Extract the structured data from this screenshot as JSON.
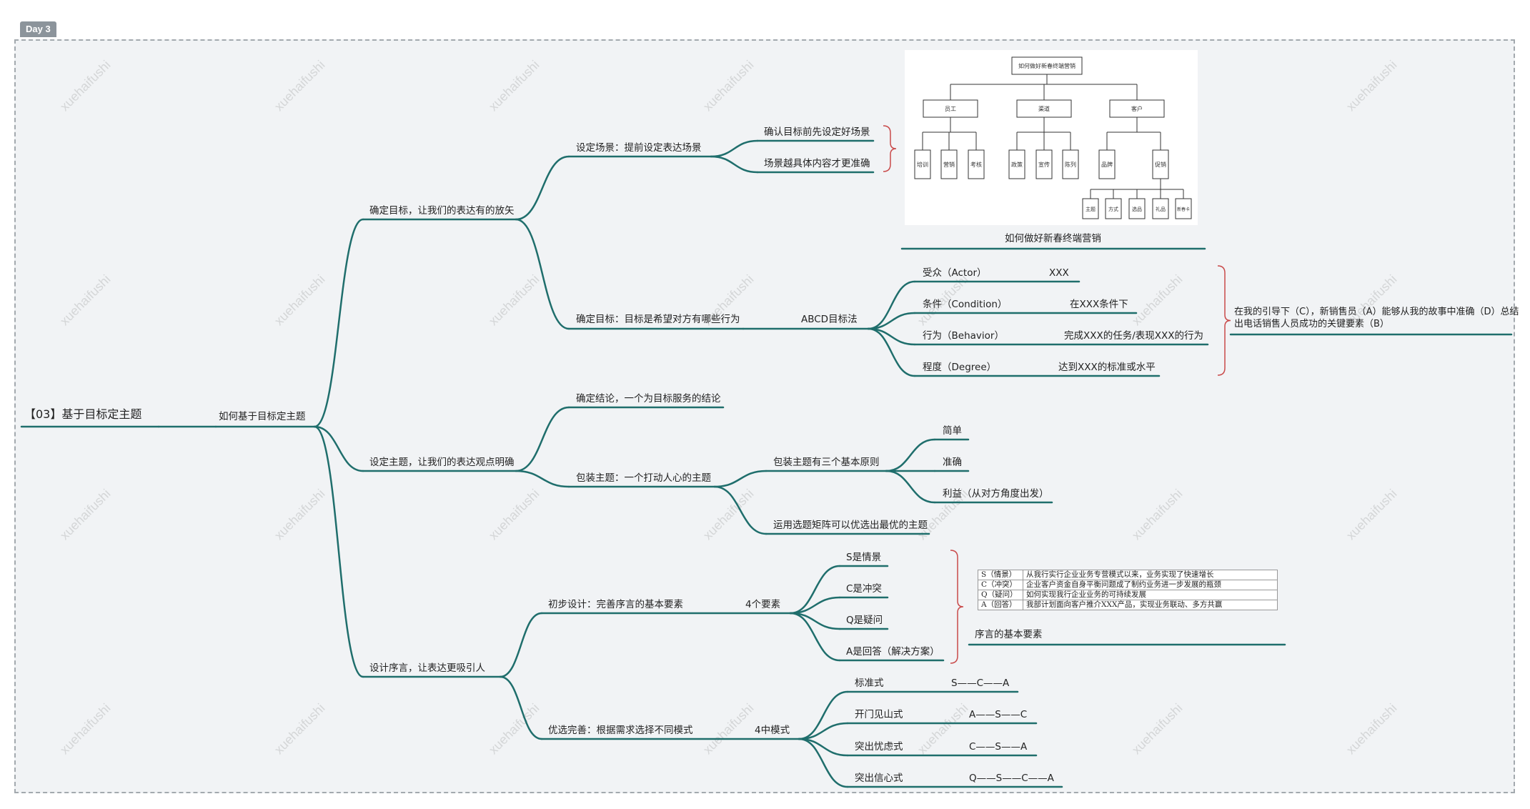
{
  "frame": {
    "badge": "Day 3"
  },
  "watermark": "xuehaifushi",
  "colors": {
    "branch": "#1f6e6c",
    "brace": "#c94a4a",
    "frame_bg": "#f1f3f5",
    "frame_border": "#a3a9ae"
  },
  "root": {
    "label": "【03】基于目标定主题"
  },
  "main": {
    "label": "如何基于目标定主题"
  },
  "branches": {
    "goal": {
      "label": "确定目标，让我们的表达有的放矢",
      "scene": {
        "label": "设定场景：提前设定表达场景",
        "items": [
          "确认目标前先设定好场景",
          "场景越具体内容才更准确"
        ]
      },
      "target": {
        "label": "确定目标：目标是希望对方有哪些行为",
        "abcd": {
          "label": "ABCD目标法",
          "items": [
            {
              "key": "受众（Actor）",
              "value": "XXX"
            },
            {
              "key": "条件（Condition）",
              "value": "在XXX条件下"
            },
            {
              "key": "行为（Behavior）",
              "value": "完成XXX的任务/表现XXX的行为"
            },
            {
              "key": "程度（Degree）",
              "value": "达到XXX的标准或水平"
            }
          ],
          "note": "在我的引导下（C），新销售员（A）能够从我的故事中准确（D）总结出电话销售人员成功的关键要素（B）"
        }
      }
    },
    "topic": {
      "label": "设定主题，让我们的表达观点明确",
      "conclusion": {
        "label": "确定结论，一个为目标服务的结论"
      },
      "wrap": {
        "label": "包装主题：一个打动人心的主题",
        "principles": {
          "label": "包装主题有三个基本原则",
          "items": [
            "简单",
            "准确",
            "利益（从对方角度出发）"
          ]
        },
        "matrix": "运用选题矩阵可以优选出最优的主题"
      }
    },
    "preface": {
      "label": "设计序言，让表达更吸引人",
      "init": {
        "label": "初步设计：完善序言的基本要素",
        "four": {
          "label": "4个要素",
          "items": [
            "S是情景",
            "C是冲突",
            "Q是疑问",
            "A是回答（解决方案）"
          ]
        },
        "image_caption": "序言的基本要素",
        "scqa_table": [
          {
            "k": "S（情景）",
            "v": "从我行实行企业业务专营模式以来，业务实现了快速增长"
          },
          {
            "k": "C（冲突）",
            "v": "企业客户资金自身平衡问题成了制约业务进一步发展的瓶颈"
          },
          {
            "k": "Q（疑问）",
            "v": "如何实现我行企业业务的可持续发展"
          },
          {
            "k": "A（回答）",
            "v": "我部计划面向客户推介XXX产品，实现业务联动、多方共赢"
          }
        ]
      },
      "optimize": {
        "label": "优选完善：根据需求选择不同模式",
        "modes": {
          "label": "4中模式",
          "items": [
            {
              "name": "标准式",
              "seq": "S——C——A"
            },
            {
              "name": "开门见山式",
              "seq": "A——S——C"
            },
            {
              "name": "突出忧虑式",
              "seq": "C——S——A"
            },
            {
              "name": "突出信心式",
              "seq": "Q——S——C——A"
            }
          ]
        }
      }
    }
  },
  "orgchart": {
    "caption": "如何做好新春终端营销",
    "root": "如何做好新春终端营销",
    "level1": [
      "员工",
      "渠道",
      "客户"
    ],
    "level2": [
      "培训",
      "营销",
      "考核",
      "政策",
      "宣传",
      "陈列",
      "品牌",
      "促销"
    ],
    "level3": [
      "主题",
      "方式",
      "选品",
      "礼品",
      "新春卡"
    ]
  }
}
